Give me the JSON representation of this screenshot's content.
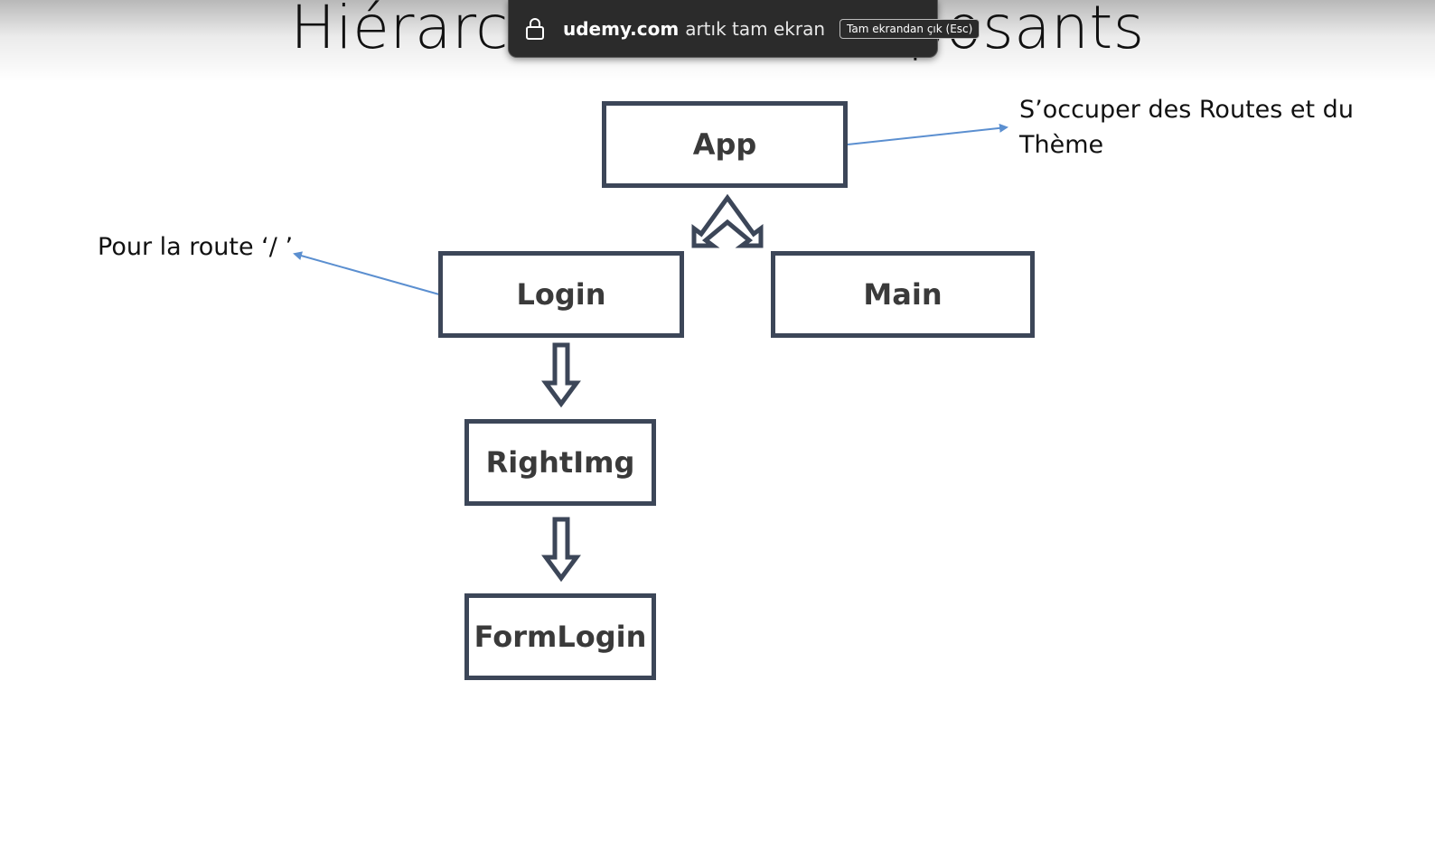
{
  "slide": {
    "title": "Hiérarchies des composants"
  },
  "diagram": {
    "nodes": {
      "app": "App",
      "login": "Login",
      "main": "Main",
      "right_img": "RightImg",
      "form_login": "FormLogin"
    },
    "annotations": {
      "app_note_line1": "S’occuper des Routes et du",
      "app_note_line2": "Thème",
      "login_note": "Pour la route ‘/ ’"
    },
    "colors": {
      "box_border": "#3c4658",
      "arrow_outline": "#3c4658",
      "annotation_arrow": "#5b8fd0"
    }
  },
  "fullscreen_banner": {
    "domain": "udemy.com",
    "message": "artık tam ekran",
    "exit_button": "Tam ekrandan çık (Esc)",
    "icon": "lock-icon"
  }
}
